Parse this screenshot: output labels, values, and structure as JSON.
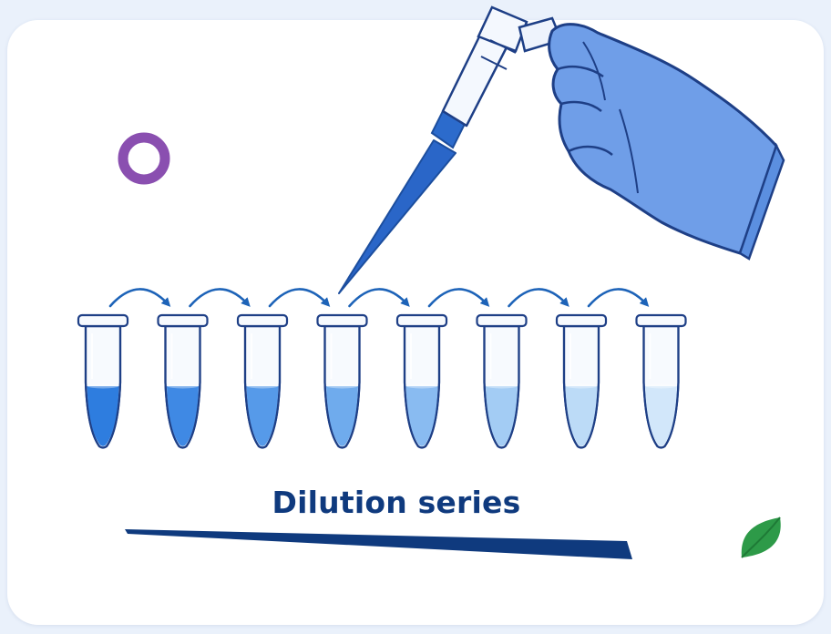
{
  "diagram": {
    "caption": "Dilution series",
    "tube_count": 8,
    "tube_fill_levels": [
      0.5,
      0.5,
      0.5,
      0.5,
      0.5,
      0.5,
      0.5,
      0.5
    ],
    "tube_liquid_colors": [
      "#2e7ddf",
      "#3f89e4",
      "#569ae9",
      "#6fabed",
      "#89bbf1",
      "#a3ccf4",
      "#bcdbf7",
      "#d2e7fa"
    ],
    "transfer_arrow_count": 7
  },
  "colors": {
    "arrow": "#1d63b8",
    "caption": "#0f3a7e",
    "glove": "#6f9ee8",
    "glove_outline": "#1e3f86",
    "pipette_body": "#f4f8fe",
    "pipette_tip_liquid": "#2a66c8",
    "gradient_wedge": "#0f3a7e",
    "ring": "#8a4fb0",
    "leaf": "#2d9a48",
    "card_background": "#ffffff",
    "page_background": "#eaf1fb"
  },
  "icons": {
    "ring": "ring-icon",
    "leaf": "leaf-icon"
  }
}
